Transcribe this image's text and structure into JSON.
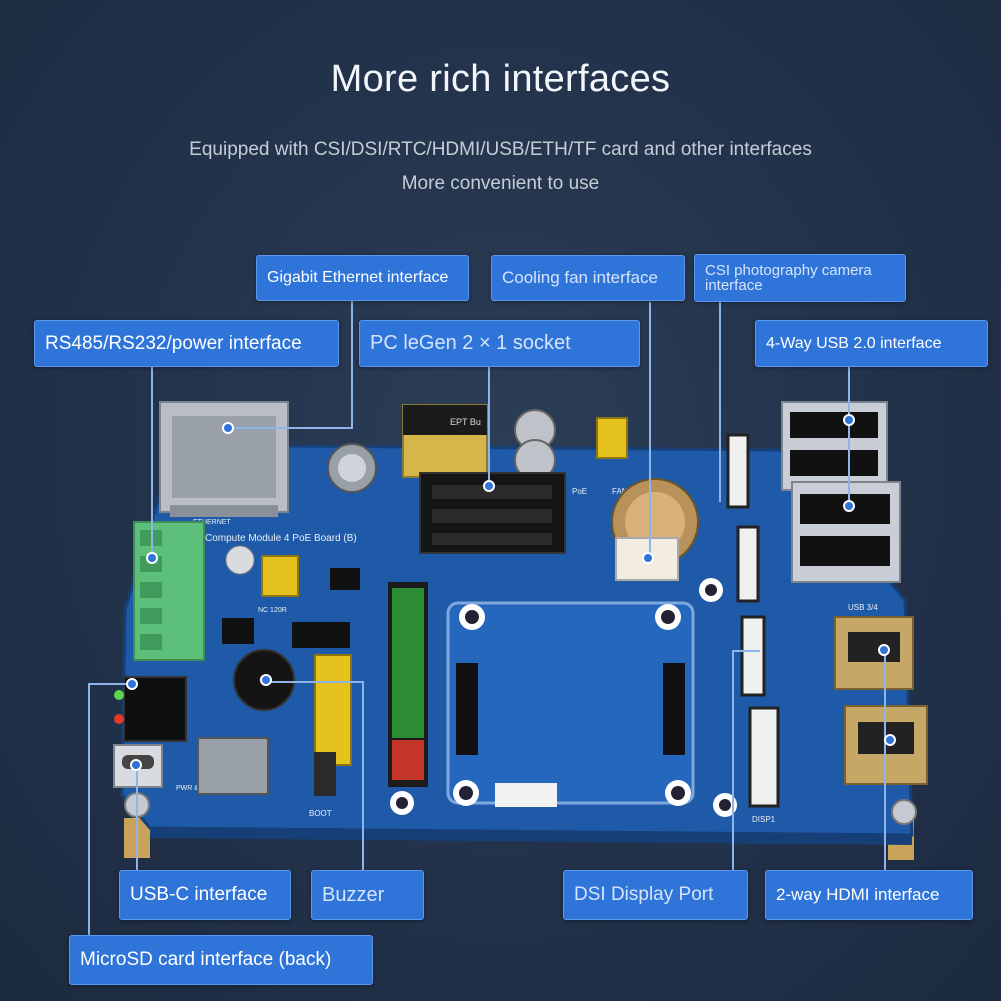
{
  "header": {
    "title": "More rich interfaces",
    "subtitle_line1": "Equipped with CSI/DSI/RTC/HDMI/USB/ETH/TF card and other interfaces",
    "subtitle_line2": "More convenient to use"
  },
  "colors": {
    "background": "#22324a",
    "callout": "#2f74d8",
    "board": "#1f5aa8",
    "leader_line": "#8fb4e8"
  },
  "board": {
    "ethernet_silk": "ETHERNET",
    "board_name": "Compute Module 4 PoE Board (B)",
    "pcie_marking": "EPT Bu",
    "poe_silk": "PoE",
    "fan_silk": "FAN VCC",
    "usb_silk": "USB 3/4",
    "disp_silk": "DISP1",
    "boot_silk": "BOOT",
    "pwr_silk": "PWR & USB",
    "term_silk": "NC 120R"
  },
  "callouts": {
    "ethernet": "Gigabit Ethernet interface",
    "fan": "Cooling fan interface",
    "csi": "CSI photography camera interface",
    "rs485": "RS485/RS232/power interface",
    "pcie": "PC leGen 2 × 1 socket",
    "usb2": "4-Way USB 2.0 interface",
    "usbc": "USB-C interface",
    "buzzer": "Buzzer",
    "dsi": "DSI Display Port",
    "hdmi": "2-way HDMI interface",
    "microsd": "MicroSD card interface (back)"
  }
}
